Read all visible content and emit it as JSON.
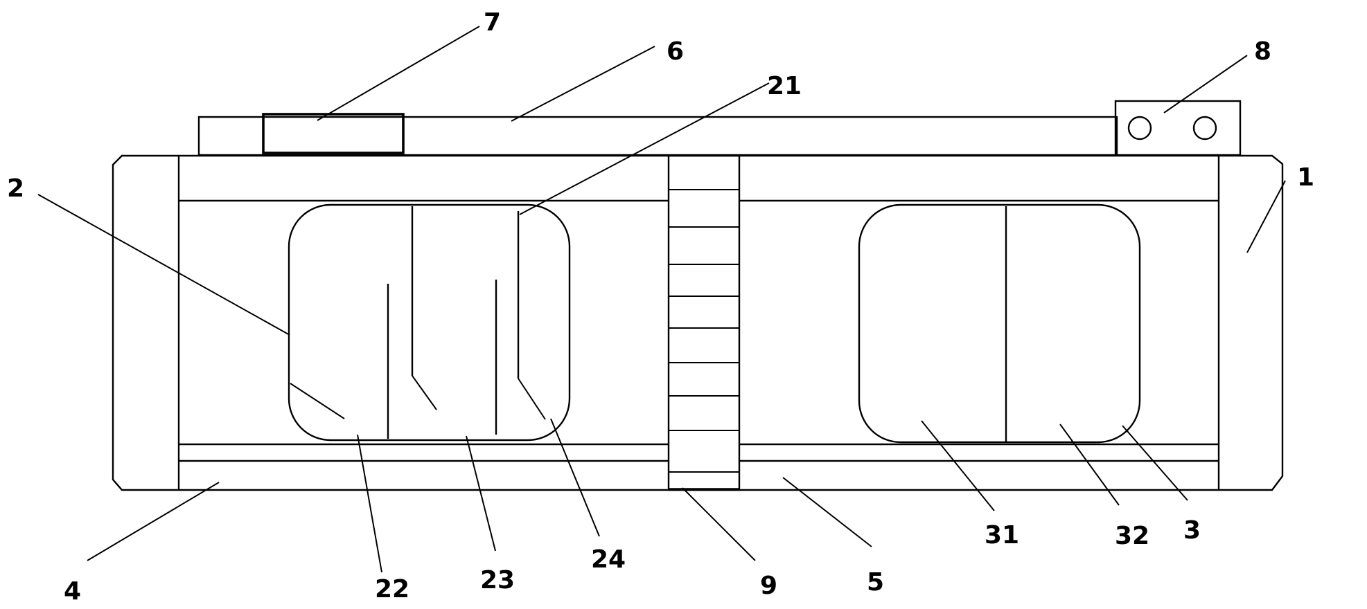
{
  "labels": {
    "l1": "1",
    "l2": "2",
    "l3": "3",
    "l4": "4",
    "l5": "5",
    "l6": "6",
    "l7": "7",
    "l8": "8",
    "l9": "9",
    "l21": "21",
    "l22": "22",
    "l23": "23",
    "l24": "24",
    "l31": "31",
    "l32": "32"
  }
}
